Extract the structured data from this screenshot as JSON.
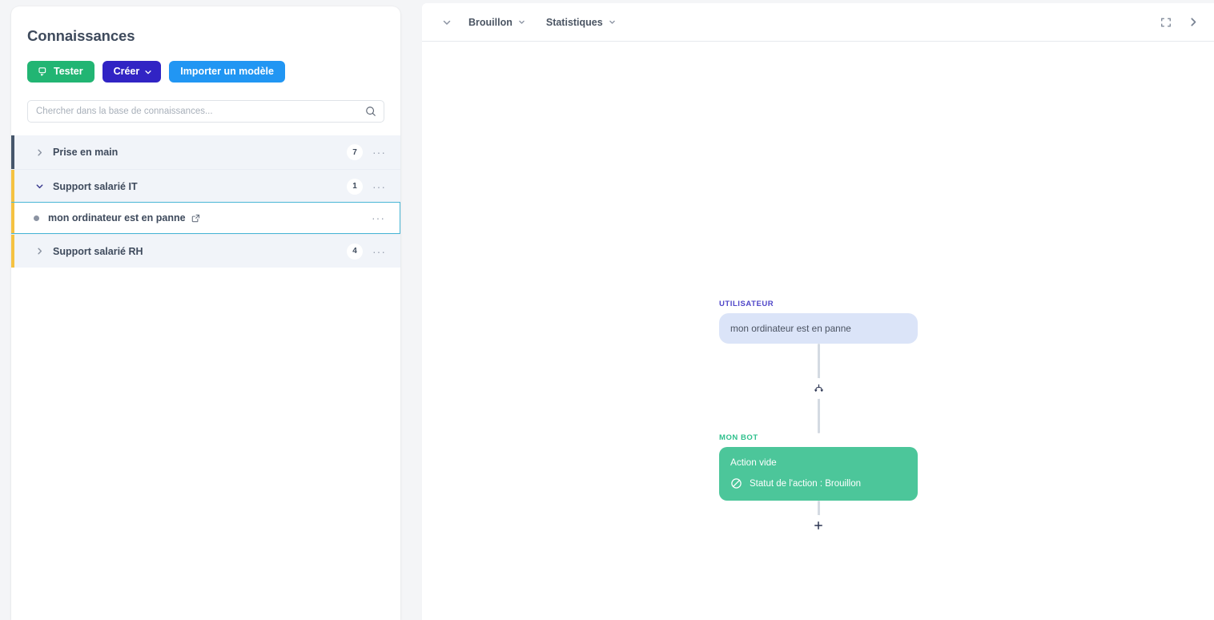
{
  "sidebar": {
    "title": "Connaissances",
    "buttons": [
      {
        "id": "test",
        "label": "Tester",
        "icon": "chat-icon",
        "color": "#22b573"
      },
      {
        "id": "create",
        "label": "Créer",
        "icon": "chevron-down-icon",
        "color": "#3124c4"
      },
      {
        "id": "import",
        "label": "Importer un modèle",
        "icon": "",
        "color": "#2196f3"
      }
    ],
    "search": {
      "placeholder": "Chercher dans la base de connaissances...",
      "value": "",
      "icon": "search-icon"
    },
    "tree": [
      {
        "label": "Prise en main",
        "count": "7",
        "expanded": false,
        "accent": "#46566b",
        "menu": "···"
      },
      {
        "label": "Support salarié IT",
        "count": "1",
        "expanded": true,
        "accent": "#f5c242",
        "menu": "···"
      },
      {
        "label": "mon ordinateur est en panne",
        "count": "",
        "leaf": true,
        "selected": true,
        "accent": "#f5c242",
        "menu": "···"
      },
      {
        "label": "Support salarié RH",
        "count": "4",
        "expanded": false,
        "accent": "#f5c242",
        "menu": "···"
      }
    ]
  },
  "canvas": {
    "toolbar": {
      "collapse_icon": "chevron-down-icon",
      "items": [
        {
          "label": "Brouillon",
          "icon": "chevron-down-icon"
        },
        {
          "label": "Statistiques",
          "icon": "chevron-down-icon"
        }
      ],
      "fullscreen_icon": "fullscreen-icon",
      "next_icon": "chevron-right-icon"
    },
    "flow": {
      "user": {
        "caption": "UTILISATEUR",
        "caption_color": "#4f46c8",
        "message": "mon ordinateur est en panne",
        "bubble_color": "#dbe4f8"
      },
      "branch_button_icon": "branch-icon",
      "bot": {
        "caption": "MON BOT",
        "caption_color": "#2ec08c",
        "title": "Action vide",
        "status_icon": "no-entry-icon",
        "status": "Statut de l'action : Brouillon",
        "node_color": "#4cc69a"
      },
      "add_button_icon": "plus-icon"
    }
  }
}
